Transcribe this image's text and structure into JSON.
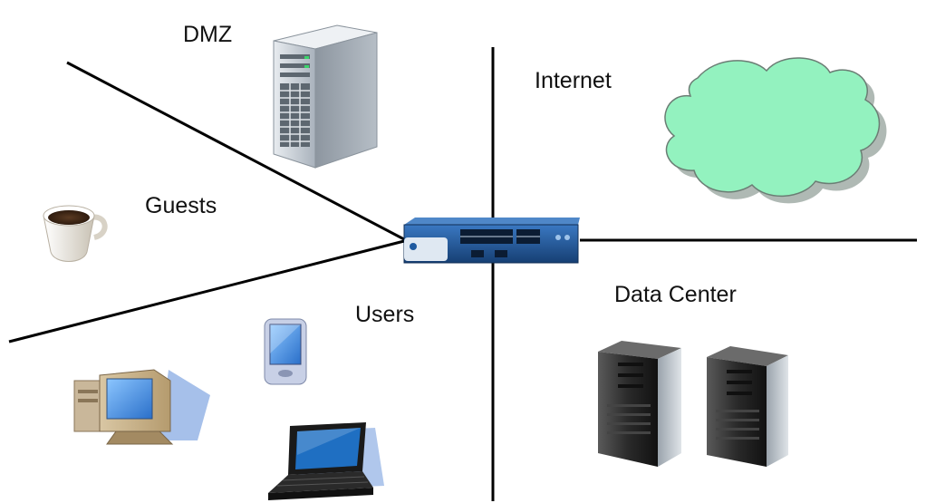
{
  "zones": {
    "dmz": "DMZ",
    "internet": "Internet",
    "guests": "Guests",
    "users": "Users",
    "data_center": "Data Center"
  },
  "colors": {
    "background": "#ffffff",
    "line": "#000000",
    "cloud_fill": "#93f2bf",
    "cloud_stroke": "#7a8f86",
    "firewall_blue": "#1f5aa0",
    "rack_server": "#c9d0d8",
    "tower_server": "#2c2c2c",
    "monitor_screen": "#3f8ee0"
  },
  "icons": [
    "rack-server-icon",
    "cloud-icon",
    "coffee-cup-icon",
    "firewall-appliance-icon",
    "pda-icon",
    "desktop-computer-icon",
    "laptop-icon",
    "tower-server-icon"
  ]
}
